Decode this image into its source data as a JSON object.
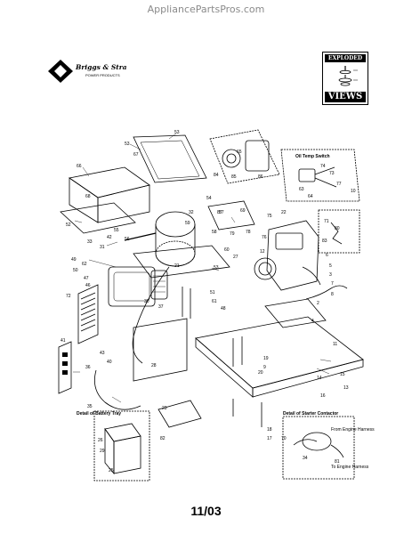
{
  "watermark": "AppliancePartsPros.com",
  "brand": {
    "name": "Briggs & Stratton",
    "sub": "POWER PRODUCTS"
  },
  "badge": {
    "top": "EXPLODED",
    "bottom": "VIEWS"
  },
  "insets": {
    "oil_temp_switch": "Oil Temp Switch",
    "battery_tray": "Detail of Battery Tray",
    "starter_contactor": "Detail of Starter Contactor",
    "harness_from": "From Engine Harness",
    "harness_to": "To Engine Harness"
  },
  "callouts": {
    "c1": "53",
    "c2": "53",
    "c3": "67",
    "c4": "66",
    "c5": "68",
    "c6": "55",
    "c7": "52",
    "c8": "33",
    "c9": "31",
    "c10": "42",
    "c11": "56",
    "c12": "32",
    "c13": "59",
    "c14": "49",
    "c15": "50",
    "c16": "62",
    "c17": "47",
    "c18": "46",
    "c19": "72",
    "c20": "41",
    "c21": "53",
    "c22": "21",
    "c23": "54",
    "c24": "87",
    "c25": "69",
    "c26": "22",
    "c27": "78",
    "c28": "58",
    "c29": "76",
    "c30": "75",
    "c31": "27",
    "c32": "12",
    "c33": "6",
    "c34": "5",
    "c35": "3",
    "c36": "7",
    "c37": "8",
    "c38": "2",
    "c39": "51",
    "c40": "61",
    "c41": "48",
    "c42": "30",
    "c43": "37",
    "c44": "11",
    "c45": "13",
    "c46": "14",
    "c47": "16",
    "c48": "17",
    "c49": "18",
    "c50": "19",
    "c51": "20",
    "c52": "9",
    "c53": "4",
    "c54": "36",
    "c55": "43",
    "c56": "40",
    "c57": "28",
    "c58": "35",
    "c59": "23",
    "c60": "82",
    "c61": "26",
    "c62": "29",
    "c63": "25",
    "c64": "70",
    "c65": "34",
    "c66": "74",
    "c67": "73",
    "c68": "77",
    "c69": "71",
    "c70": "80",
    "c71": "83",
    "c72": "84",
    "c73": "85",
    "c74": "86",
    "c75": "10",
    "c76": "15",
    "c77": "57",
    "c78": "60",
    "c79": "63",
    "c80": "64",
    "c81": "65",
    "c82": "79",
    "c83": "81"
  },
  "page": {
    "number": "11/03"
  }
}
